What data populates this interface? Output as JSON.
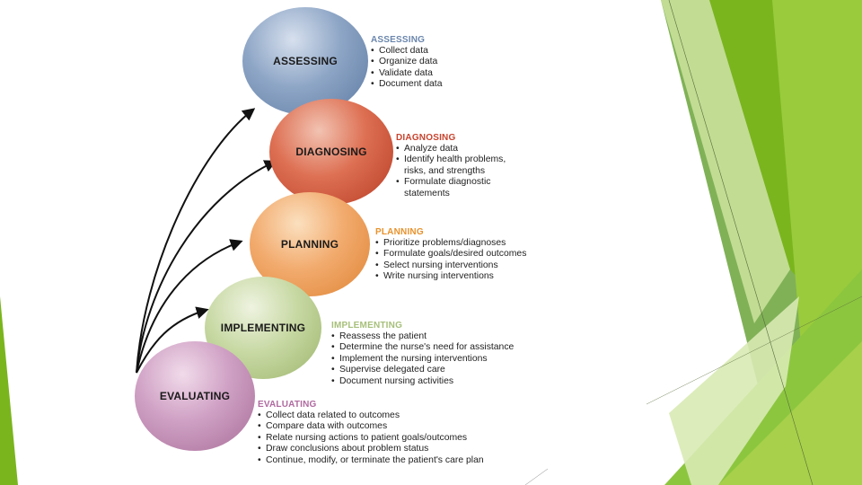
{
  "diagram": {
    "stages": [
      {
        "key": "assessing",
        "label": "ASSESSING",
        "heading": "ASSESSING",
        "color": "#6a86ad",
        "items": [
          "Collect data",
          "Organize data",
          "Validate data",
          "Document data"
        ]
      },
      {
        "key": "diagnosing",
        "label": "DIAGNOSING",
        "heading": "DIAGNOSING",
        "color": "#c8432e",
        "items": [
          "Analyze data",
          "Identify health problems, risks, and strengths",
          "Formulate diagnostic statements"
        ]
      },
      {
        "key": "planning",
        "label": "PLANNING",
        "heading": "PLANNING",
        "color": "#e8922c",
        "items": [
          "Prioritize problems/diagnoses",
          "Formulate goals/desired outcomes",
          "Select nursing interventions",
          "Write nursing interventions"
        ]
      },
      {
        "key": "implementing",
        "label": "IMPLEMENTING",
        "heading": "IMPLEMENTING",
        "color": "#a7bf7a",
        "items": [
          "Reassess the patient",
          "Determine the nurse's need for assistance",
          "Implement the nursing interventions",
          "Supervise delegated care",
          "Document nursing activities"
        ]
      },
      {
        "key": "evaluating",
        "label": "EVALUATING",
        "heading": "EVALUATING",
        "color": "#b06aa0",
        "items": [
          "Collect data related to outcomes",
          "Compare data with outcomes",
          "Relate nursing actions to patient goals/outcomes",
          "Draw conclusions about problem status",
          "Continue, modify, or terminate the patient's care plan"
        ]
      }
    ]
  },
  "theme": {
    "accent_green": "#7ab51d",
    "light_green": "#a8d04a"
  }
}
